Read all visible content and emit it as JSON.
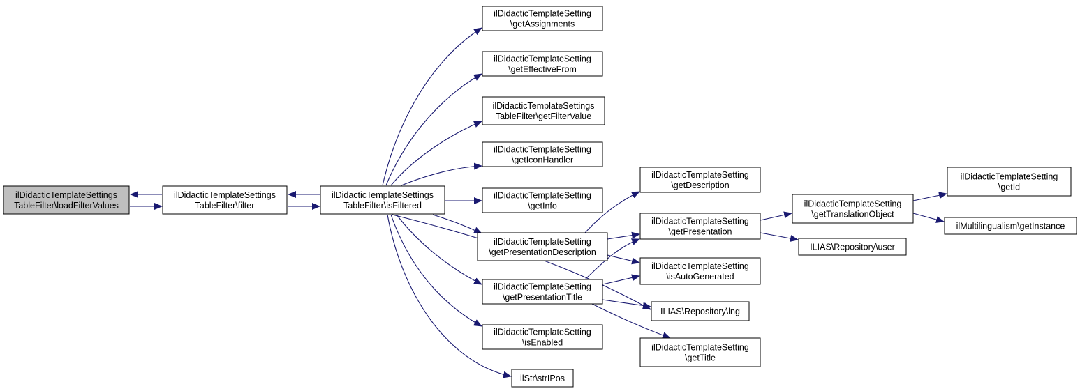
{
  "colors": {
    "edge": "#191970",
    "node_fill": "#ffffff",
    "highlight_fill": "#bfbfbf",
    "border": "#000000"
  },
  "nodes": [
    {
      "id": "loadFilterValues",
      "lines": [
        "ilDidacticTemplateSettings",
        "TableFilter\\loadFilterValues"
      ],
      "highlight": true
    },
    {
      "id": "filter",
      "lines": [
        "ilDidacticTemplateSettings",
        "TableFilter\\filter"
      ]
    },
    {
      "id": "isFiltered",
      "lines": [
        "ilDidacticTemplateSettings",
        "TableFilter\\isFiltered"
      ]
    },
    {
      "id": "getAssignments",
      "lines": [
        "ilDidacticTemplateSetting",
        "\\getAssignments"
      ]
    },
    {
      "id": "getEffectiveFrom",
      "lines": [
        "ilDidacticTemplateSetting",
        "\\getEffectiveFrom"
      ]
    },
    {
      "id": "getFilterValue",
      "lines": [
        "ilDidacticTemplateSettings",
        "TableFilter\\getFilterValue"
      ]
    },
    {
      "id": "getIconHandler",
      "lines": [
        "ilDidacticTemplateSetting",
        "\\getIconHandler"
      ]
    },
    {
      "id": "getInfo",
      "lines": [
        "ilDidacticTemplateSetting",
        "\\getInfo"
      ]
    },
    {
      "id": "getPresentationDescription",
      "lines": [
        "ilDidacticTemplateSetting",
        "\\getPresentationDescription"
      ]
    },
    {
      "id": "getPresentationTitle",
      "lines": [
        "ilDidacticTemplateSetting",
        "\\getPresentationTitle"
      ]
    },
    {
      "id": "isEnabled",
      "lines": [
        "ilDidacticTemplateSetting",
        "\\isEnabled"
      ]
    },
    {
      "id": "strIPos",
      "lines": [
        "ilStr\\strIPos"
      ]
    },
    {
      "id": "getDescription",
      "lines": [
        "ilDidacticTemplateSetting",
        "\\getDescription"
      ]
    },
    {
      "id": "getPresentation",
      "lines": [
        "ilDidacticTemplateSetting",
        "\\getPresentation"
      ]
    },
    {
      "id": "isAutoGenerated",
      "lines": [
        "ilDidacticTemplateSetting",
        "\\isAutoGenerated"
      ]
    },
    {
      "id": "lng",
      "lines": [
        "ILIAS\\Repository\\lng"
      ]
    },
    {
      "id": "getTitle",
      "lines": [
        "ilDidacticTemplateSetting",
        "\\getTitle"
      ]
    },
    {
      "id": "getTranslationObject",
      "lines": [
        "ilDidacticTemplateSetting",
        "\\getTranslationObject"
      ]
    },
    {
      "id": "user",
      "lines": [
        "ILIAS\\Repository\\user"
      ]
    },
    {
      "id": "getId",
      "lines": [
        "ilDidacticTemplateSetting",
        "\\getId"
      ]
    },
    {
      "id": "getInstance",
      "lines": [
        "ilMultilingualism\\getInstance"
      ]
    }
  ],
  "edges": [
    {
      "from": "loadFilterValues",
      "to": "filter"
    },
    {
      "from": "filter",
      "to": "loadFilterValues"
    },
    {
      "from": "filter",
      "to": "isFiltered"
    },
    {
      "from": "isFiltered",
      "to": "filter"
    },
    {
      "from": "isFiltered",
      "to": "getAssignments"
    },
    {
      "from": "isFiltered",
      "to": "getEffectiveFrom"
    },
    {
      "from": "isFiltered",
      "to": "getFilterValue"
    },
    {
      "from": "isFiltered",
      "to": "getIconHandler"
    },
    {
      "from": "isFiltered",
      "to": "getInfo"
    },
    {
      "from": "isFiltered",
      "to": "getPresentationDescription"
    },
    {
      "from": "isFiltered",
      "to": "getPresentationTitle"
    },
    {
      "from": "isFiltered",
      "to": "isEnabled"
    },
    {
      "from": "isFiltered",
      "to": "strIPos"
    },
    {
      "from": "isFiltered",
      "to": "lng"
    },
    {
      "from": "getPresentationDescription",
      "to": "getDescription"
    },
    {
      "from": "getPresentationDescription",
      "to": "getPresentation"
    },
    {
      "from": "getPresentationDescription",
      "to": "isAutoGenerated"
    },
    {
      "from": "getPresentationTitle",
      "to": "getPresentation"
    },
    {
      "from": "getPresentationTitle",
      "to": "isAutoGenerated"
    },
    {
      "from": "getPresentationTitle",
      "to": "lng"
    },
    {
      "from": "getPresentationTitle",
      "to": "getTitle"
    },
    {
      "from": "getPresentation",
      "to": "getTranslationObject"
    },
    {
      "from": "getPresentation",
      "to": "user"
    },
    {
      "from": "getTranslationObject",
      "to": "getId"
    },
    {
      "from": "getTranslationObject",
      "to": "getInstance"
    }
  ]
}
